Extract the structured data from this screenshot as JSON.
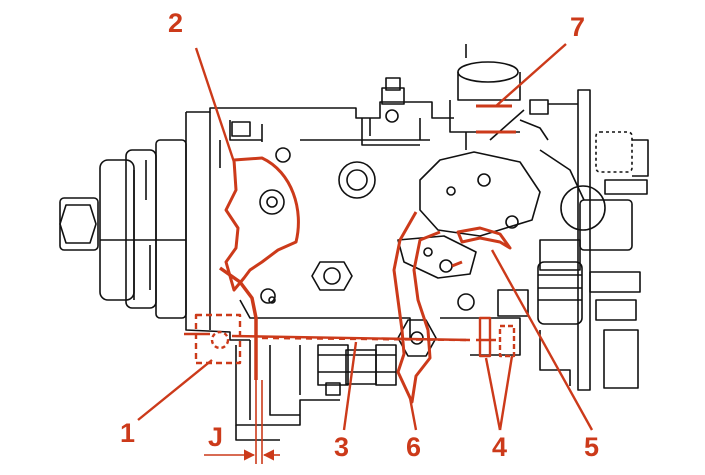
{
  "colors": {
    "accent": "#cc3a1a",
    "line": "#111111",
    "background": "#ffffff"
  },
  "callouts": {
    "c1": "1",
    "c2": "2",
    "c3": "3",
    "c4": "4",
    "c5": "5",
    "c6": "6",
    "c7": "7"
  },
  "dimension": {
    "label": "J"
  }
}
